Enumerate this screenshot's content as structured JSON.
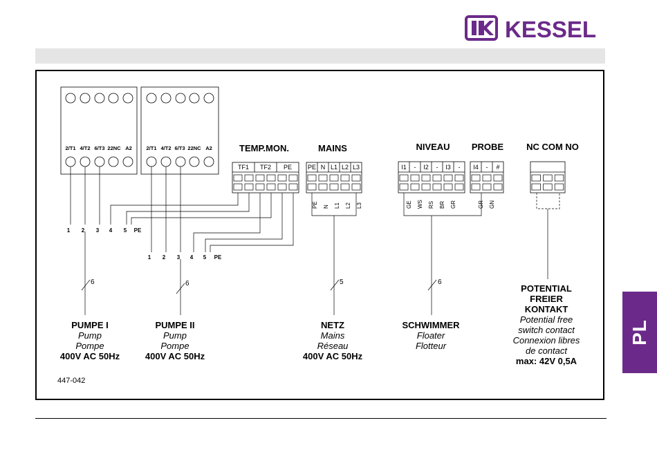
{
  "brand": {
    "name": "KESSEL",
    "color": "#6b2a89"
  },
  "language_tab": {
    "label": "PL",
    "color": "#6b2a89"
  },
  "diagram": {
    "relay_terminals": [
      "2/T1",
      "4/T2",
      "6/T3",
      "22NC",
      "A2"
    ],
    "groups": {
      "temp_mon": {
        "title": "TEMP.MON.",
        "labels": [
          "TF1",
          "TF2",
          "PE"
        ]
      },
      "mains": {
        "title": "MAINS",
        "labels": [
          "PE",
          "N",
          "L1",
          "L2",
          "L3"
        ],
        "wires": [
          "PE",
          "N",
          "L1",
          "L2",
          "L3"
        ]
      },
      "niveau": {
        "title": "NIVEAU",
        "labels": [
          "I1",
          "-",
          "I2",
          "-",
          "I3",
          "-"
        ],
        "wires": [
          "GE",
          "WS",
          "RS",
          "BR",
          "GR"
        ]
      },
      "probe": {
        "title": "PROBE",
        "labels": [
          "I4",
          "-",
          "#"
        ],
        "wires": [
          "GR",
          "GN"
        ]
      },
      "nc_com_no": {
        "title": "NC COM NO"
      }
    },
    "motor_terminals": [
      "1",
      "2",
      "3",
      "4",
      "5",
      "PE"
    ],
    "cable_counts": {
      "pump1": "6",
      "pump2": "6",
      "mains": "5",
      "float": "6"
    },
    "captions": {
      "pump1": {
        "title": "PUMPE I",
        "en": "Pump",
        "fr": "Pompe",
        "spec": "400V AC 50Hz"
      },
      "pump2": {
        "title": "PUMPE II",
        "en": "Pump",
        "fr": "Pompe",
        "spec": "400V AC 50Hz"
      },
      "mains": {
        "title": "NETZ",
        "en": "Mains",
        "fr": "Réseau",
        "spec": "400V AC 50Hz"
      },
      "float": {
        "title": "SCHWIMMER",
        "en": "Floater",
        "fr": "Flotteur"
      },
      "contact": {
        "title_1": "POTENTIAL",
        "title_2": "FREIER",
        "title_3": "KONTAKT",
        "en_1": "Potential free",
        "en_2": "switch contact",
        "fr_1": "Connexion libres",
        "fr_2": "de contact",
        "spec": "max: 42V 0,5A"
      }
    },
    "drawing_number": "447-042"
  }
}
